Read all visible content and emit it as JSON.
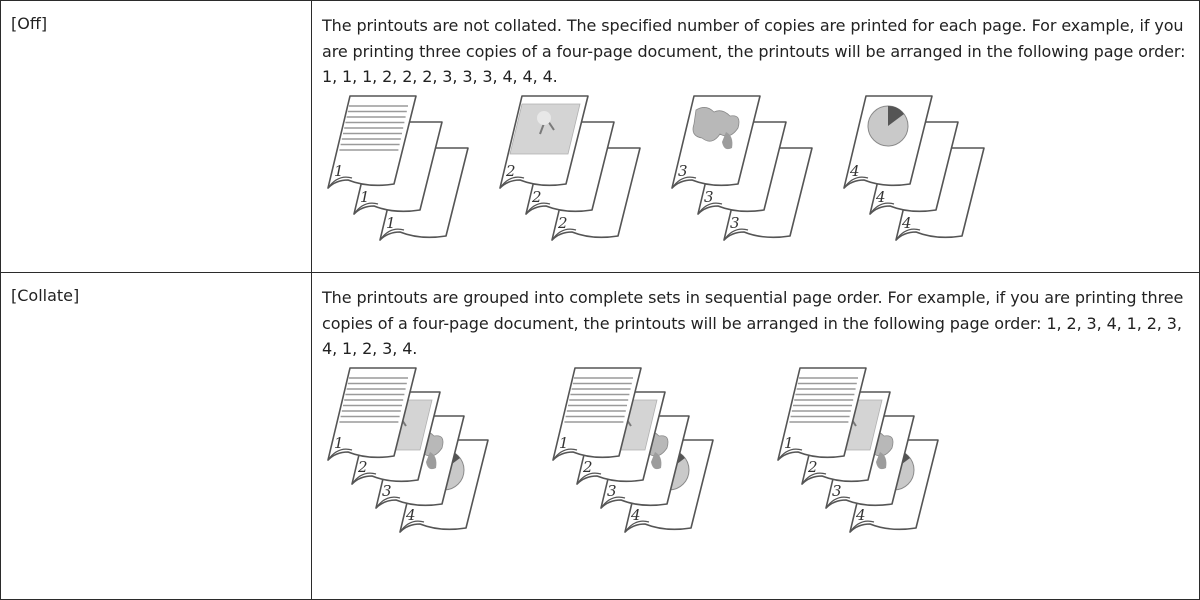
{
  "rows": [
    {
      "name": "[Off]",
      "description": "The printouts are not collated. The specified number of copies are printed for each page. For example, if you are printing three copies of a four-page document, the printouts will be arranged in the following page order: 1, 1, 1, 2, 2, 2, 3, 3, 3, 4, 4, 4.",
      "stacks": [
        {
          "pages": [
            "1",
            "1",
            "1"
          ],
          "picture": "lines"
        },
        {
          "pages": [
            "2",
            "2",
            "2"
          ],
          "picture": "photo"
        },
        {
          "pages": [
            "3",
            "3",
            "3"
          ],
          "picture": "map"
        },
        {
          "pages": [
            "4",
            "4",
            "4"
          ],
          "picture": "pie"
        }
      ]
    },
    {
      "name": "[Collate]",
      "description": "The printouts are grouped into complete sets in sequential page order. For example, if you are printing three copies of a four-page document, the printouts will be arranged in the following page order: 1, 2, 3, 4, 1, 2, 3, 4, 1, 2, 3, 4.",
      "sets": [
        {
          "pages": [
            "1",
            "2",
            "3",
            "4"
          ]
        },
        {
          "pages": [
            "1",
            "2",
            "3",
            "4"
          ]
        },
        {
          "pages": [
            "1",
            "2",
            "3",
            "4"
          ]
        }
      ]
    }
  ],
  "colors": {
    "border": "#2b2b2b",
    "page_outline": "#555555",
    "page_fill": "#ffffff",
    "content_gray": "#9a9a9a"
  }
}
